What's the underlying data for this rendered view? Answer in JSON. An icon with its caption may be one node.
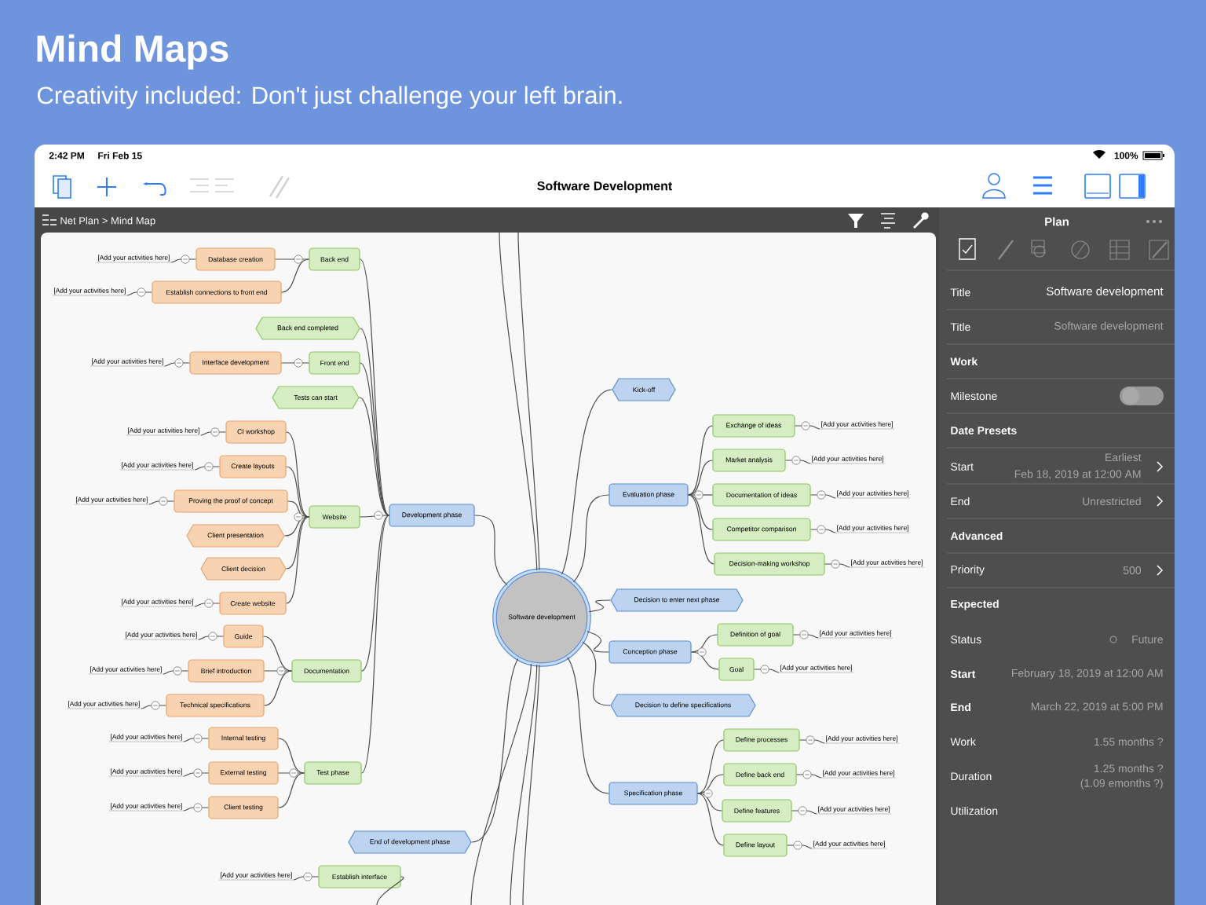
{
  "diagram": {
    "title": "Mind Maps",
    "nodes": [
      {
        "text": [
          "Software development"
        ]
      },
      {
        "text": [
          "Development phase"
        ]
      },
      {
        "text": [
          "Back end"
        ]
      },
      {
        "text": [
          "Database creation"
        ]
      },
      {
        "text": [
          "Establish connections to front end"
        ]
      },
      {
        "text": [
          "Back end completed"
        ]
      },
      {
        "text": [
          "Front end"
        ]
      },
      {
        "text": [
          "Interface development"
        ]
      },
      {
        "text": [
          "Tests can start"
        ]
      },
      {
        "text": [
          "Website"
        ]
      },
      {
        "text": [
          "CI workshop"
        ]
      },
      {
        "text": [
          "Create layouts"
        ]
      },
      {
        "text": [
          "Proving the proof of concept"
        ]
      },
      {
        "text": [
          "Client presentation"
        ]
      },
      {
        "text": [
          "Client decision"
        ]
      },
      {
        "text": [
          "Create website"
        ]
      },
      {
        "text": [
          "Documentation"
        ]
      },
      {
        "text": [
          "Guide"
        ]
      },
      {
        "text": [
          "Brief introduction"
        ]
      },
      {
        "text": [
          "Technical specifications"
        ]
      },
      {
        "text": [
          "Test phase"
        ]
      },
      {
        "text": [
          "Internal testing"
        ]
      },
      {
        "text": [
          "External testing"
        ]
      },
      {
        "text": [
          "Client testing"
        ]
      },
      {
        "text": [
          "End of development phase"
        ]
      },
      {
        "text": [
          "Establish interface"
        ]
      },
      {
        "text": [
          "Kick-off"
        ]
      },
      {
        "text": [
          "Evaluation phase"
        ]
      },
      {
        "text": [
          "Exchange of ideas"
        ]
      },
      {
        "text": [
          "Market analysis"
        ]
      },
      {
        "text": [
          "Documentation of ideas"
        ]
      },
      {
        "text": [
          "Competitor comparison"
        ]
      },
      {
        "text": [
          "Decision-making workshop"
        ]
      },
      {
        "text": [
          "Decision to enter next phase"
        ]
      },
      {
        "text": [
          "Conception phase"
        ]
      },
      {
        "text": [
          "Definition of goal"
        ]
      },
      {
        "text": [
          "Goal"
        ]
      },
      {
        "text": [
          "Decision to define specifications"
        ]
      },
      {
        "text": [
          "Specification phase"
        ]
      },
      {
        "text": [
          "Define processes"
        ]
      },
      {
        "text": [
          "Define back end"
        ]
      },
      {
        "text": [
          "Define features"
        ]
      },
      {
        "text": [
          "Define layout"
        ]
      },
      {
        "text": [
          "[Add your activities here]"
        ]
      },
      {
        "text": [
          "[Add your activities here]"
        ]
      },
      {
        "text": [
          "[Add your activities here]"
        ]
      },
      {
        "text": [
          "[Add your activities here]"
        ]
      },
      {
        "text": [
          "[Add your activities here]"
        ]
      },
      {
        "text": [
          "[Add your activities here]"
        ]
      },
      {
        "text": [
          "[Add your activities here]"
        ]
      },
      {
        "text": [
          "[Add your activities here]"
        ]
      },
      {
        "text": [
          "[Add your activities here]"
        ]
      },
      {
        "text": [
          "[Add your activities here]"
        ]
      },
      {
        "text": [
          "[Add your activities here]"
        ]
      },
      {
        "text": [
          "[Add your activities here]"
        ]
      },
      {
        "text": [
          "[Add your activities here]"
        ]
      },
      {
        "text": [
          "[Add your activities here]"
        ]
      },
      {
        "text": [
          "[Add your activities here]"
        ]
      },
      {
        "text": [
          "[Add your activities here]"
        ]
      },
      {
        "text": [
          "[Add your activities here]"
        ]
      },
      {
        "text": [
          "[Add your activities here]"
        ]
      },
      {
        "text": [
          "[Add your activities here]"
        ]
      },
      {
        "text": [
          "[Add your activities here]"
        ]
      },
      {
        "text": [
          "[Add your activities here]"
        ]
      },
      {
        "text": [
          "[Add your activities here]"
        ]
      },
      {
        "text": [
          "[Add your activities here]"
        ]
      },
      {
        "text": [
          "[Add your activities here]"
        ]
      },
      {
        "text": [
          "[Add your activities here]"
        ]
      }
    ],
    "edges": [
      {
        "from": 0,
        "to": 1,
        "arrow": "none"
      },
      {
        "from": 0,
        "to": 24,
        "arrow": "none"
      },
      {
        "from": 0,
        "to": 26,
        "arrow": "none"
      },
      {
        "from": 0,
        "to": 27,
        "arrow": "none"
      },
      {
        "from": 0,
        "to": 33,
        "arrow": "none"
      },
      {
        "from": 0,
        "to": 34,
        "arrow": "none"
      },
      {
        "from": 0,
        "to": 37,
        "arrow": "none"
      },
      {
        "from": 0,
        "to": 38,
        "arrow": "none"
      },
      {
        "from": 0,
        "to": null,
        "arrow": "none"
      },
      {
        "from": 0,
        "to": null,
        "arrow": "none"
      },
      {
        "from": 0,
        "to": null,
        "arrow": "none"
      },
      {
        "from": 0,
        "to": null,
        "arrow": "none"
      },
      {
        "from": 0,
        "to": null,
        "arrow": "none"
      },
      {
        "from": 1,
        "to": 2,
        "arrow": "none"
      },
      {
        "from": 1,
        "to": 5,
        "arrow": "none"
      },
      {
        "from": 1,
        "to": 6,
        "arrow": "none"
      },
      {
        "from": 1,
        "to": 8,
        "arrow": "none"
      },
      {
        "from": 1,
        "to": 9,
        "arrow": "none"
      },
      {
        "from": 1,
        "to": 16,
        "arrow": "none"
      },
      {
        "from": 1,
        "to": 20,
        "arrow": "none"
      },
      {
        "from": 2,
        "to": 3,
        "arrow": "none"
      },
      {
        "from": 2,
        "to": 4,
        "arrow": "none"
      },
      {
        "from": 6,
        "to": 7,
        "arrow": "none"
      },
      {
        "from": 9,
        "to": 10,
        "arrow": "none"
      },
      {
        "from": 9,
        "to": 11,
        "arrow": "none"
      },
      {
        "from": 9,
        "to": 12,
        "arrow": "none"
      },
      {
        "from": 9,
        "to": 13,
        "arrow": "none"
      },
      {
        "from": 9,
        "to": 14,
        "arrow": "none"
      },
      {
        "from": 9,
        "to": 15,
        "arrow": "none"
      },
      {
        "from": 16,
        "to": 17,
        "arrow": "none"
      },
      {
        "from": 16,
        "to": 18,
        "arrow": "none"
      },
      {
        "from": 16,
        "to": 19,
        "arrow": "none"
      },
      {
        "from": 20,
        "to": 21,
        "arrow": "none"
      },
      {
        "from": 20,
        "to": 22,
        "arrow": "none"
      },
      {
        "from": 20,
        "to": 23,
        "arrow": "none"
      },
      {
        "from": 27,
        "to": 28,
        "arrow": "none"
      },
      {
        "from": 27,
        "to": 29,
        "arrow": "none"
      },
      {
        "from": 27,
        "to": 30,
        "arrow": "none"
      },
      {
        "from": 27,
        "to": 31,
        "arrow": "none"
      },
      {
        "from": 27,
        "to": 32,
        "arrow": "none"
      },
      {
        "from": 34,
        "to": 35,
        "arrow": "none"
      },
      {
        "from": 34,
        "to": 36,
        "arrow": "none"
      },
      {
        "from": 38,
        "to": 39,
        "arrow": "none"
      },
      {
        "from": 38,
        "to": 40,
        "arrow": "none"
      },
      {
        "from": 38,
        "to": 41,
        "arrow": "none"
      },
      {
        "from": 38,
        "to": 42,
        "arrow": "none"
      },
      {
        "from": 25,
        "to": null,
        "arrow": "none"
      },
      {
        "from": 3,
        "to": 43,
        "arrow": "none"
      },
      {
        "from": 4,
        "to": 44,
        "arrow": "none"
      },
      {
        "from": 7,
        "to": 45,
        "arrow": "none"
      },
      {
        "from": 10,
        "to": 46,
        "arrow": "none"
      },
      {
        "from": 11,
        "to": 47,
        "arrow": "none"
      },
      {
        "from": 12,
        "to": 48,
        "arrow": "none"
      },
      {
        "from": 15,
        "to": 49,
        "arrow": "none"
      },
      {
        "from": 17,
        "to": 50,
        "arrow": "none"
      },
      {
        "from": 18,
        "to": 51,
        "arrow": "none"
      },
      {
        "from": 19,
        "to": 52,
        "arrow": "none"
      },
      {
        "from": 21,
        "to": 53,
        "arrow": "none"
      },
      {
        "from": 22,
        "to": 54,
        "arrow": "none"
      },
      {
        "from": 23,
        "to": 55,
        "arrow": "none"
      },
      {
        "from": 25,
        "to": 56,
        "arrow": "none"
      },
      {
        "from": 28,
        "to": 57,
        "arrow": "none"
      },
      {
        "from": 29,
        "to": 58,
        "arrow": "none"
      },
      {
        "from": 30,
        "to": 59,
        "arrow": "none"
      },
      {
        "from": 31,
        "to": 60,
        "arrow": "none"
      },
      {
        "from": 32,
        "to": 61,
        "arrow": "none"
      },
      {
        "from": 35,
        "to": 62,
        "arrow": "none"
      },
      {
        "from": 36,
        "to": 63,
        "arrow": "none"
      },
      {
        "from": 39,
        "to": 64,
        "arrow": "none"
      },
      {
        "from": 40,
        "to": 65,
        "arrow": "none"
      },
      {
        "from": 41,
        "to": 66,
        "arrow": "none"
      },
      {
        "from": 42,
        "to": 67,
        "arrow": "none"
      }
    ],
    "labels": [
      "Creativity included: Don't just challenge your left brain.",
      "2:42 PM",
      "Fri Feb 15",
      "100%",
      "Software Development",
      "Net Plan > Mind Map",
      "Plan",
      "Title",
      "Software development",
      "Title",
      "Software development",
      "Work",
      "Milestone",
      "Date Presets",
      "Start",
      "Earliest",
      "Feb 18, 2019 at 12:00 AM",
      "End",
      "Unrestricted",
      "Advanced",
      "Priority",
      "500",
      "Expected",
      "Status",
      "Future",
      "Start",
      "February 18, 2019 at 12:00 AM",
      "End",
      "March 22, 2019 at 5:00 PM",
      "Work",
      "1.55 months ?",
      "Duration",
      "1.25 months ?",
      "(1.09 emonths ?)",
      "Utilization"
    ]
  }
}
